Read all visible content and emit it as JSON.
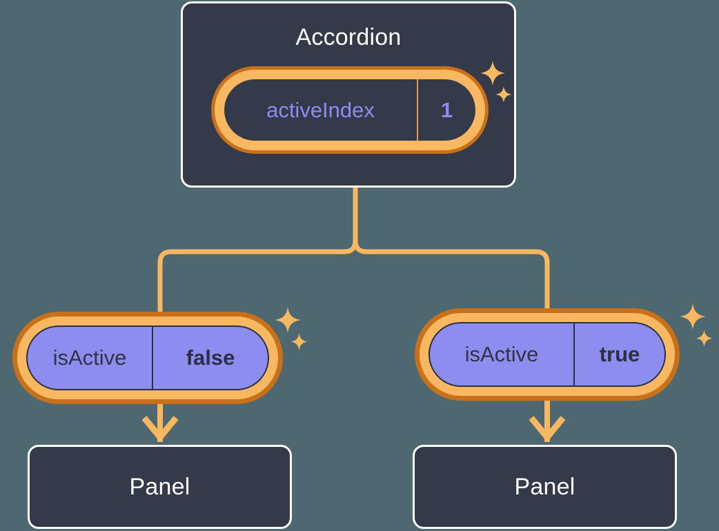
{
  "background_color": "#4d6871",
  "palette": {
    "box_fill": "#343a4a",
    "box_border": "#ffffff",
    "connector": "#f8b861",
    "pill_ring_outer": "#c8711a",
    "pill_band": "#f8b861",
    "pill_purple_fill": "#8d8df0",
    "text_periwinkle": "#8b8bf2",
    "text_dark": "#2b3140",
    "text_white": "#ffffff",
    "sparkle": "#f8b861"
  },
  "diagram": {
    "type": "component-state-tree",
    "root": {
      "name": "accordion-component",
      "title": "Accordion",
      "state": {
        "key": "activeIndex",
        "value": "1",
        "style": "dark"
      }
    },
    "children": [
      {
        "name": "panel-branch-left",
        "state": {
          "key": "isActive",
          "value": "false",
          "style": "purple"
        },
        "component": {
          "title": "Panel"
        }
      },
      {
        "name": "panel-branch-right",
        "state": {
          "key": "isActive",
          "value": "true",
          "style": "purple"
        },
        "component": {
          "title": "Panel"
        }
      }
    ]
  },
  "icons": {
    "sparkle_large": "sparkle-icon",
    "sparkle_small": "sparkle-small-icon",
    "arrow": "arrow-down-icon"
  }
}
